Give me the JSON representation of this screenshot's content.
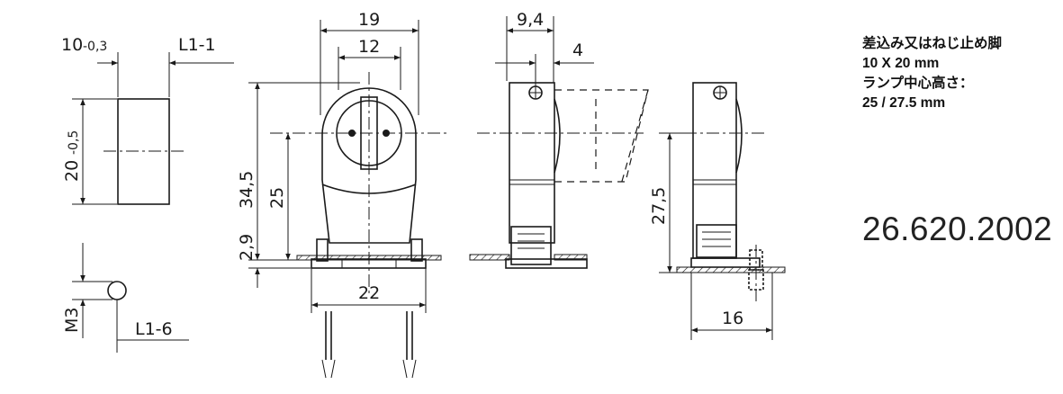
{
  "dimensions": {
    "width_10": "10",
    "tol_03": "-0,3",
    "l1_1": "L1-1",
    "height_20": "20",
    "tol_05": "-0,5",
    "m3": "M3",
    "l1_6": "L1-6",
    "d19": "19",
    "d12": "12",
    "d34_5": "34,5",
    "d25": "25",
    "d2_9": "2,9",
    "d22": "22",
    "d9_4": "9,4",
    "d4": "4",
    "d27_5": "27,5",
    "d16": "16"
  },
  "info": {
    "line1": "差込み又はねじ止め脚",
    "line2": "10 X 20 mm",
    "line3": "ランプ中心高さ：",
    "line4": "25 / 27.5 mm"
  },
  "part_number": "26.620.2002"
}
